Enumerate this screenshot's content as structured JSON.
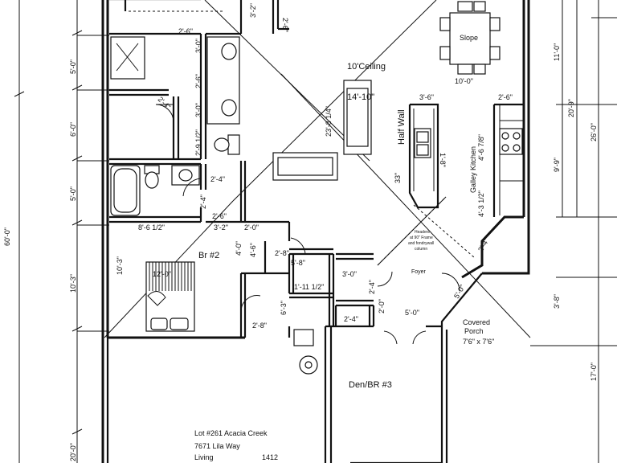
{
  "rooms": {
    "ceiling": "10'Ceiling",
    "slope": "Slope",
    "half_wall": "Half Wall",
    "galley_kitchen": "Galley Kitchen",
    "br2": "Br #2",
    "foyer": "Foyer",
    "covered_porch_line1": "Covered",
    "covered_porch_line2": "Porch",
    "porch_size": "7'6\" x 7'6\"",
    "den": "Den/BR #3",
    "headers_note_1": "Headers",
    "headers_note_2": "at 90\" Frame",
    "headers_note_3": "and fondrywall",
    "headers_note_4": "column"
  },
  "dims": {
    "d_3_2": "3'-2\"",
    "d_2_6_top": "2'-6\"",
    "d_2_6_bath": "2'-6\"",
    "d_3_0_v1": "3'-0\"",
    "d_2_6_v": "2'-6\"",
    "d_2_4_closet": "2'-4\"",
    "d_3_0_v2": "3'-0\"",
    "d_2_9_5": "2'-9 1/2\"",
    "d_2_4_hall": "2'-4\"",
    "d_2_4_v": "2'-4\"",
    "d_2_6_hall": "2'-6\"",
    "d_3_2_hall": "3'-2\"",
    "d_2_0": "2'-0\"",
    "d_8_6_5": "8'-6 1/2\"",
    "d_4_0": "4'-0\"",
    "d_4_6": "4'-6\"",
    "d_10_3_room": "10'-3\"",
    "d_12_0": "12'-0\"",
    "d_2_8_a": "2'-8\"",
    "d_5_8": "5'-8\"",
    "d_1_11_5": "1'-11 1/2\"",
    "d_6_3": "6'-3\"",
    "d_2_8_b": "2'-8\"",
    "d_3_0_foyer": "3'-0\"",
    "d_2_4_foyer": "2'-4\"",
    "d_2_0_foyer": "2'-0\"",
    "d_2_4_den": "2'-4\"",
    "d_5_0_door": "5'-0\"",
    "d_14_10": "14'-10\"",
    "d_23_8": "23'-8 1/4\"",
    "d_33": "33\"",
    "d_3_6": "3'-6\"",
    "d_2_6_kit": "2'-6\"",
    "d_1_8": "1'-8\"",
    "d_4_6_75": "4'-6 7/8\"",
    "d_4_3_5": "4'-3 1/2\"",
    "d_2_4_kit": "2'-4\"",
    "d_5_0_porch": "5'-0\"",
    "d_10_0": "10'-0\"",
    "right_11_0_top": "11'-0\"",
    "right_20_9": "20'-9\"",
    "right_26_0": "26'-0\"",
    "right_9_9": "9'-9\"",
    "right_3_8": "3'-8\"",
    "right_17_0": "17'-0\"",
    "left_5_0_a": "5'-0\"",
    "left_6_0": "6'-0\"",
    "left_5_0_b": "5'-0\"",
    "left_10_3": "10'-3\"",
    "left_20_0": "20'-0\"",
    "left_60_0": "60'-0\""
  },
  "title_block": {
    "lot": "Lot #261 Acacia Creek",
    "address": "7671 Lila Way",
    "living_label": "Living",
    "living_value": "1412"
  }
}
